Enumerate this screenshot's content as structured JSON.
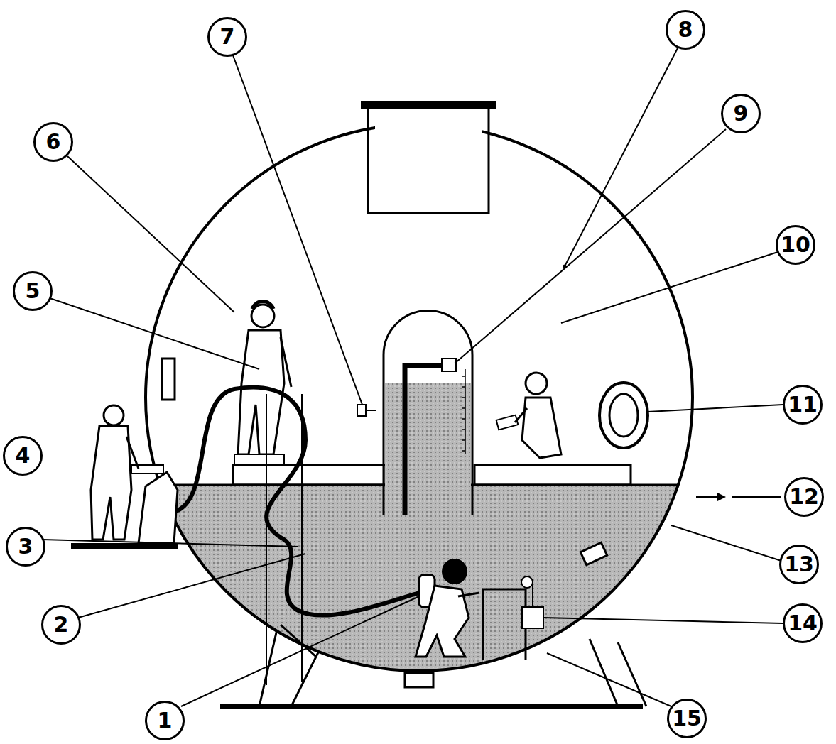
{
  "diagram": {
    "nodes": [
      {
        "text": [
          "7"
        ]
      },
      {
        "text": [
          "8"
        ]
      },
      {
        "text": [
          "6"
        ]
      },
      {
        "text": [
          "9"
        ]
      },
      {
        "text": [
          "5"
        ]
      },
      {
        "text": [
          "10"
        ]
      },
      {
        "text": [
          "11"
        ]
      },
      {
        "text": [
          "4"
        ]
      },
      {
        "text": [
          "12"
        ]
      },
      {
        "text": [
          "3"
        ]
      },
      {
        "text": [
          "13"
        ]
      },
      {
        "text": [
          "2"
        ]
      },
      {
        "text": [
          "14"
        ]
      },
      {
        "text": [
          "1"
        ]
      },
      {
        "text": [
          "15"
        ]
      }
    ]
  }
}
